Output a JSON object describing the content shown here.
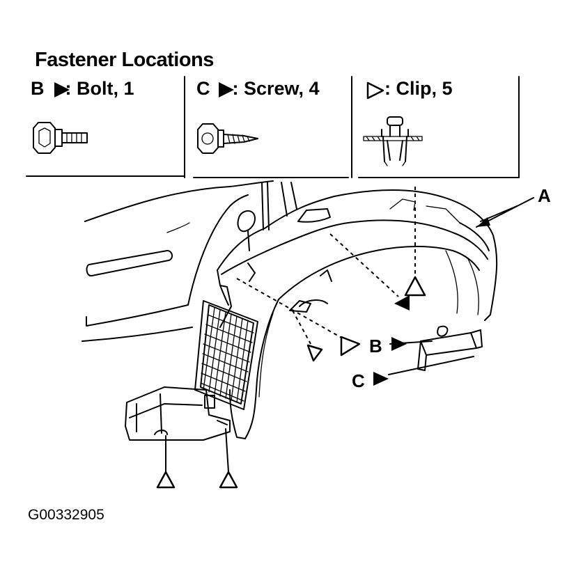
{
  "title": "Fastener Locations",
  "legend": {
    "bolt": {
      "letter": "B",
      "text": ": Bolt, 1",
      "icon": "solid-triangle-icon"
    },
    "screw": {
      "letter": "C",
      "text": ": Screw, 4",
      "icon": "solid-triangle-icon"
    },
    "clip": {
      "text": ": Clip, 5",
      "icon": "hollow-triangle-icon"
    }
  },
  "callouts": {
    "a": "A",
    "b": "B",
    "c": "C"
  },
  "figure_code": "G00332905",
  "colors": {
    "ink": "#000000",
    "paper": "#ffffff"
  }
}
